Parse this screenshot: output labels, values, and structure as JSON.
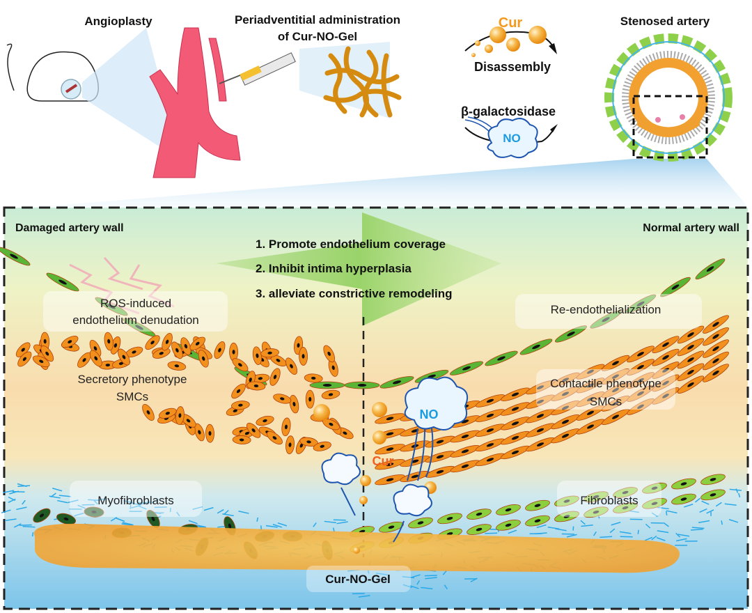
{
  "top": {
    "angioplasty": "Angioplasty",
    "periadventitial_line1": "Periadventitial administration",
    "periadventitial_line2": "of Cur-NO-Gel",
    "cur": "Cur",
    "disassembly": "Disassembly",
    "enzyme": "β-galactosidase",
    "no": "NO",
    "stenosed_artery": "Stenosed artery"
  },
  "panel": {
    "left_title": "Damaged artery wall",
    "right_title": "Normal artery wall",
    "effects": [
      "1. Promote endothelium coverage",
      "2. Inhibit intima hyperplasia",
      "3. alleviate constrictive remodeling"
    ],
    "ros_line1": "ROS-induced",
    "ros_line2": "endothelium denudation",
    "reendo": "Re-endothelialization",
    "secretory_line1": "Secretory phenotype",
    "secretory_line2": "SMCs",
    "contractile_line1": "Contactile phenotype",
    "contractile_line2": "SMCs",
    "cur": "Cur",
    "no": "NO",
    "myofibroblasts": "Myofibroblasts",
    "fibroblasts": "Fibroblasts",
    "gel": "Cur-NO-Gel"
  },
  "colors": {
    "cur_orange": "#f39a1e",
    "no_blue": "#1a9be0",
    "endothelial_green": "#3a9a2a",
    "smc_orange": "#ef8a1a",
    "fiber_blue": "#2aa8e8",
    "gel_yellow": "#f5b43a"
  }
}
